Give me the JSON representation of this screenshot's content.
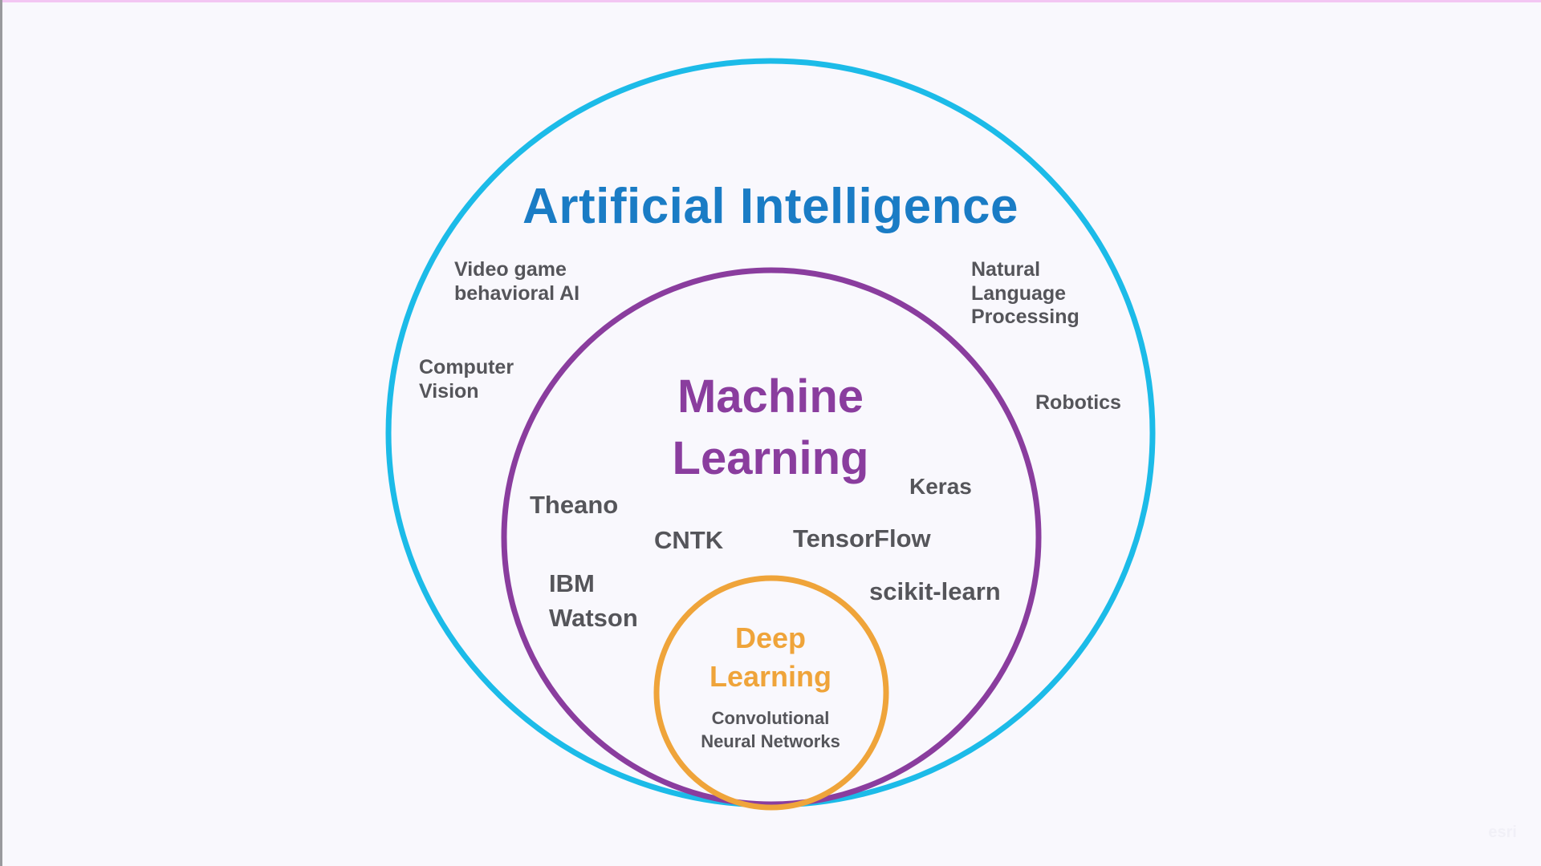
{
  "colors": {
    "background": "#f9f8fd",
    "ai": "#1cbbe8",
    "ai_title": "#1a7cc5",
    "ml": "#8a3d9e",
    "dl": "#efa43a",
    "text": "#55555a"
  },
  "diagram": {
    "type": "nested-venn",
    "ai": {
      "title": "Artificial Intelligence",
      "items": {
        "video_game": [
          "Video game",
          "behavioral AI"
        ],
        "computer_vision": [
          "Computer",
          "Vision"
        ],
        "nlp": [
          "Natural",
          "Language",
          "Processing"
        ],
        "robotics": "Robotics"
      }
    },
    "ml": {
      "title": [
        "Machine",
        "Learning"
      ],
      "items": {
        "theano": "Theano",
        "cntk": "CNTK",
        "tensorflow": "TensorFlow",
        "keras": "Keras",
        "scikit": "scikit-learn",
        "ibm_watson": [
          "IBM",
          "Watson"
        ]
      }
    },
    "dl": {
      "title": [
        "Deep",
        "Learning"
      ],
      "items": [
        "Convolutional",
        "Neural Networks"
      ]
    }
  },
  "watermark": "esri"
}
